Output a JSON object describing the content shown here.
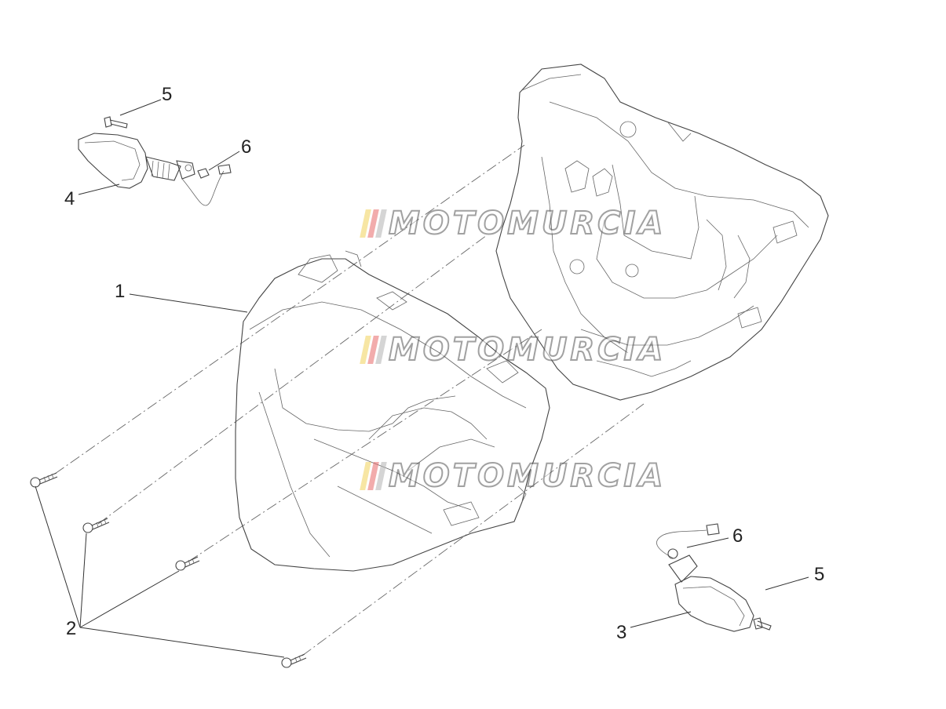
{
  "callouts": {
    "c1": "1",
    "c2": "2",
    "c3": "3",
    "c4": "4",
    "c5_top": "5",
    "c5_bottom": "5",
    "c6_top": "6",
    "c6_bottom": "6"
  },
  "watermark": {
    "text": "MOTOMURCIA",
    "flag_colors": [
      "#f2d25a",
      "#e86a6a",
      "#b4b4b4"
    ]
  }
}
